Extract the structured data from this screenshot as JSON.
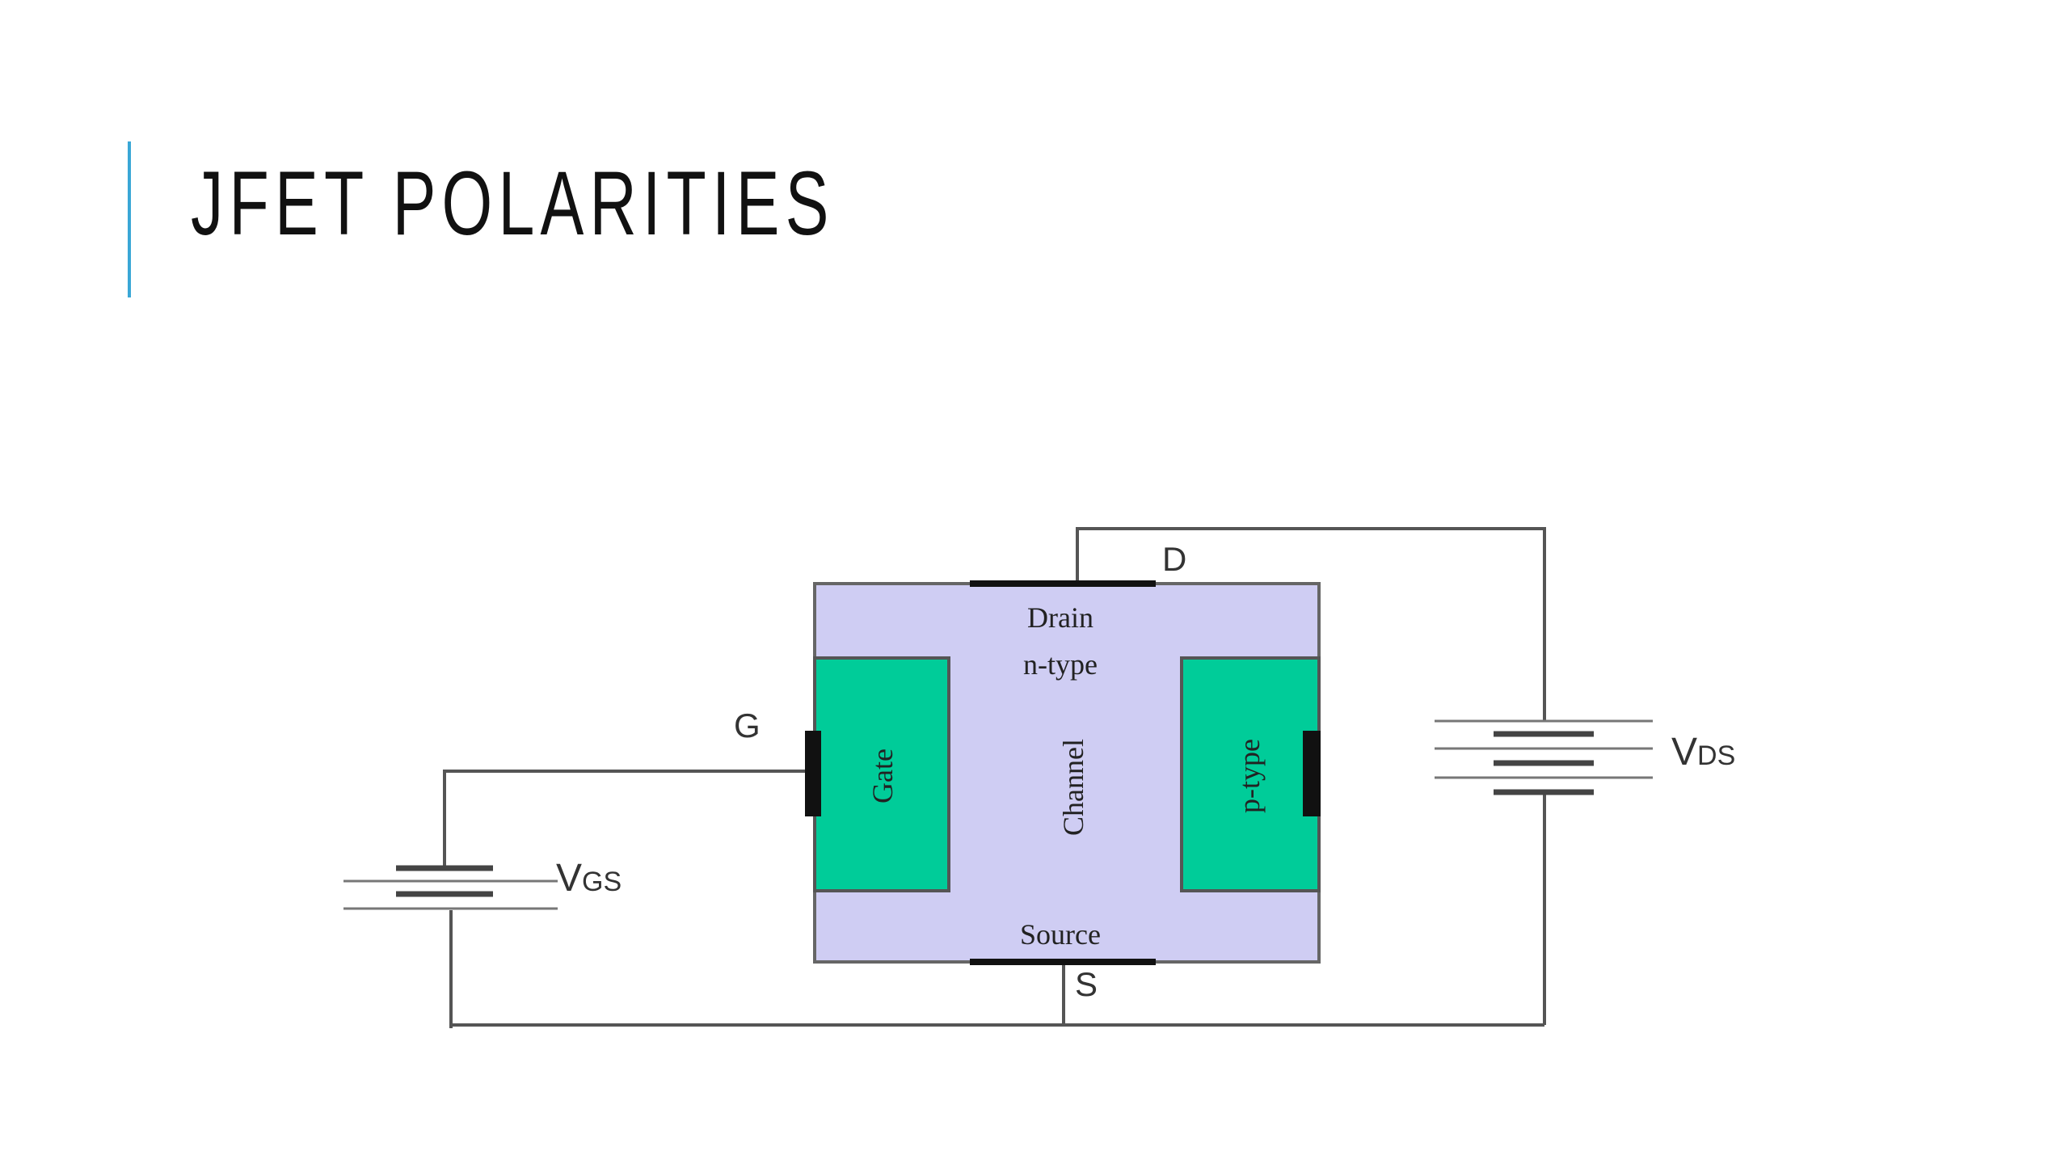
{
  "slide": {
    "title": "JFET POLARITIES"
  },
  "diagram": {
    "terminals": {
      "drain": "D",
      "gate": "G",
      "source": "S"
    },
    "regions": {
      "drain": "Drain",
      "channel_type": "n-type",
      "channel": "Channel",
      "gate": "Gate",
      "p_type": "p-type",
      "source": "Source"
    },
    "sources": {
      "vgs": {
        "main": "V",
        "sub": "GS"
      },
      "vds": {
        "main": "V",
        "sub": "DS"
      }
    },
    "colors": {
      "channel_fill": "#cfcdf3",
      "gate_fill": "#00cc99",
      "wire": "#444444",
      "accent": "#3aa7d6"
    }
  }
}
